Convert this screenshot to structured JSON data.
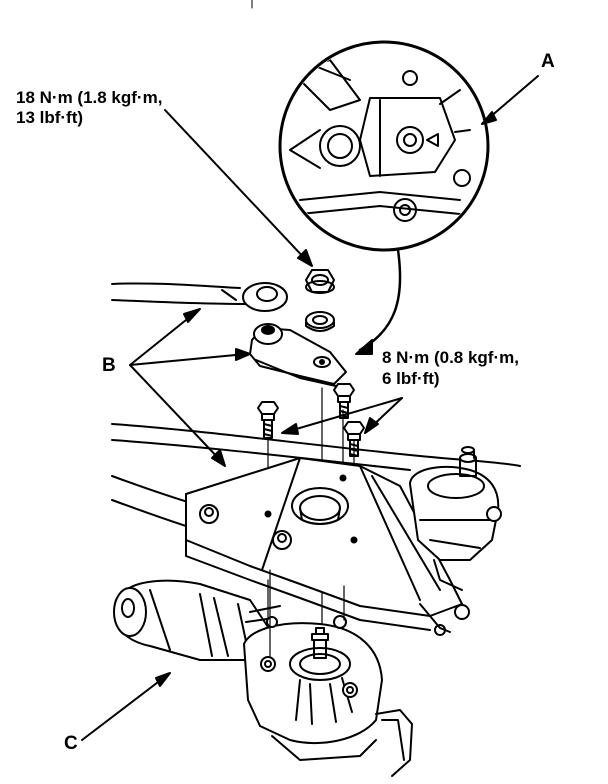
{
  "labels": {
    "a": "A",
    "b": "B",
    "c": "C",
    "torque_top_line1": "18 N·m (1.8 kgf·m,",
    "torque_top_line2": "13 lbf·ft)",
    "torque_mid_line1": "8 N·m (0.8 kgf·m,",
    "torque_mid_line2": "6 lbf·ft)"
  },
  "colors": {
    "ink": "#000000",
    "paper": "#ffffff",
    "shade": "#cfcfcf"
  }
}
